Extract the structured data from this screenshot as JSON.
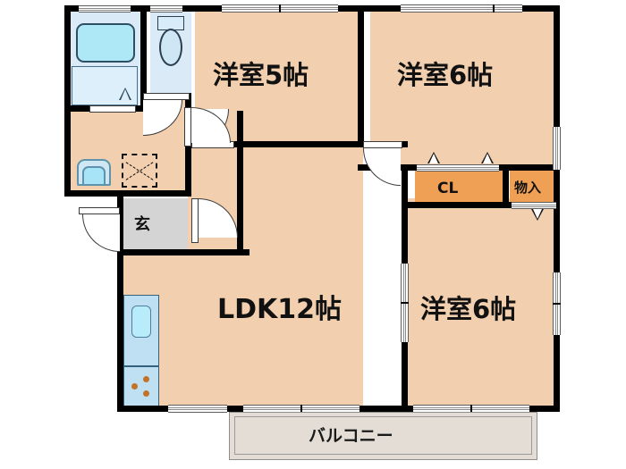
{
  "plan": {
    "type": "japanese-apartment-floor-plan",
    "layout_code": "3LDK",
    "rooms": [
      {
        "key": "washitsu_5",
        "label": "洋室5帖",
        "kind": "western-room",
        "size_jo": 5
      },
      {
        "key": "washitsu_6a",
        "label": "洋室6帖",
        "kind": "western-room",
        "size_jo": 6
      },
      {
        "key": "washitsu_6b",
        "label": "洋室6帖",
        "kind": "western-room",
        "size_jo": 6
      },
      {
        "key": "ldk",
        "label": "LDK12帖",
        "kind": "living-dining-kitchen",
        "size_jo": 12
      },
      {
        "key": "closet",
        "label": "CL",
        "kind": "closet"
      },
      {
        "key": "storage",
        "label": "物入",
        "kind": "storage"
      },
      {
        "key": "genkan",
        "label": "玄",
        "kind": "entrance"
      },
      {
        "key": "balcony",
        "label": "バルコニー",
        "kind": "balcony"
      }
    ],
    "fixtures": [
      {
        "key": "bathtub",
        "name": "bathtub"
      },
      {
        "key": "toilet",
        "name": "toilet"
      },
      {
        "key": "washbasin",
        "name": "washbasin"
      },
      {
        "key": "washer-space",
        "name": "washing-machine-space"
      },
      {
        "key": "kitchen-sink",
        "name": "kitchen-sink"
      },
      {
        "key": "stove",
        "name": "gas-stove"
      }
    ],
    "colors": {
      "room_fill": "#f2cfae",
      "closet_fill": "#f0a055",
      "wet_fill": "#daeaf7",
      "genkan_fill": "#d4d4d4",
      "balcony_fill": "#e3ddd5",
      "wall": "#000000",
      "water": "#aee7f5"
    }
  },
  "labels": {
    "bedroom_5": "洋室5帖",
    "bedroom_6_a": "洋室6帖",
    "bedroom_6_b": "洋室6帖",
    "ldk": "LDK12帖",
    "closet": "CL",
    "storage": "物入",
    "entrance": "玄",
    "balcony": "バルコニー"
  }
}
